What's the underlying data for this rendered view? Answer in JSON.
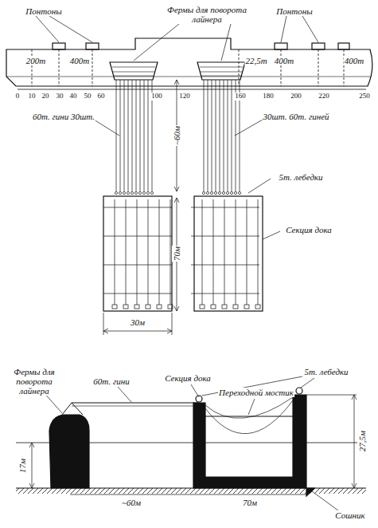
{
  "diagram": {
    "labels": [
      "Понтоны",
      "Фермы для поворота лайнера",
      "Понтоны",
      "200т",
      "400т",
      "22,5т",
      "400т",
      "400т",
      "0",
      "10",
      "20",
      "30",
      "40",
      "50",
      "60",
      "100",
      "120",
      "160",
      "180",
      "200",
      "220",
      "250",
      "60т. гини 30шт.",
      "~60м",
      "30шт. 60т. гиней",
      "5т. лебедки",
      "70м",
      "Секция дока",
      "30м",
      "Фермы для поворота лайнера",
      "60т. гини",
      "Секция дока",
      "Переходной мостик",
      "5т. лебедки",
      "17м",
      "27,5м",
      "~60м",
      "70м",
      "Сошник"
    ]
  }
}
